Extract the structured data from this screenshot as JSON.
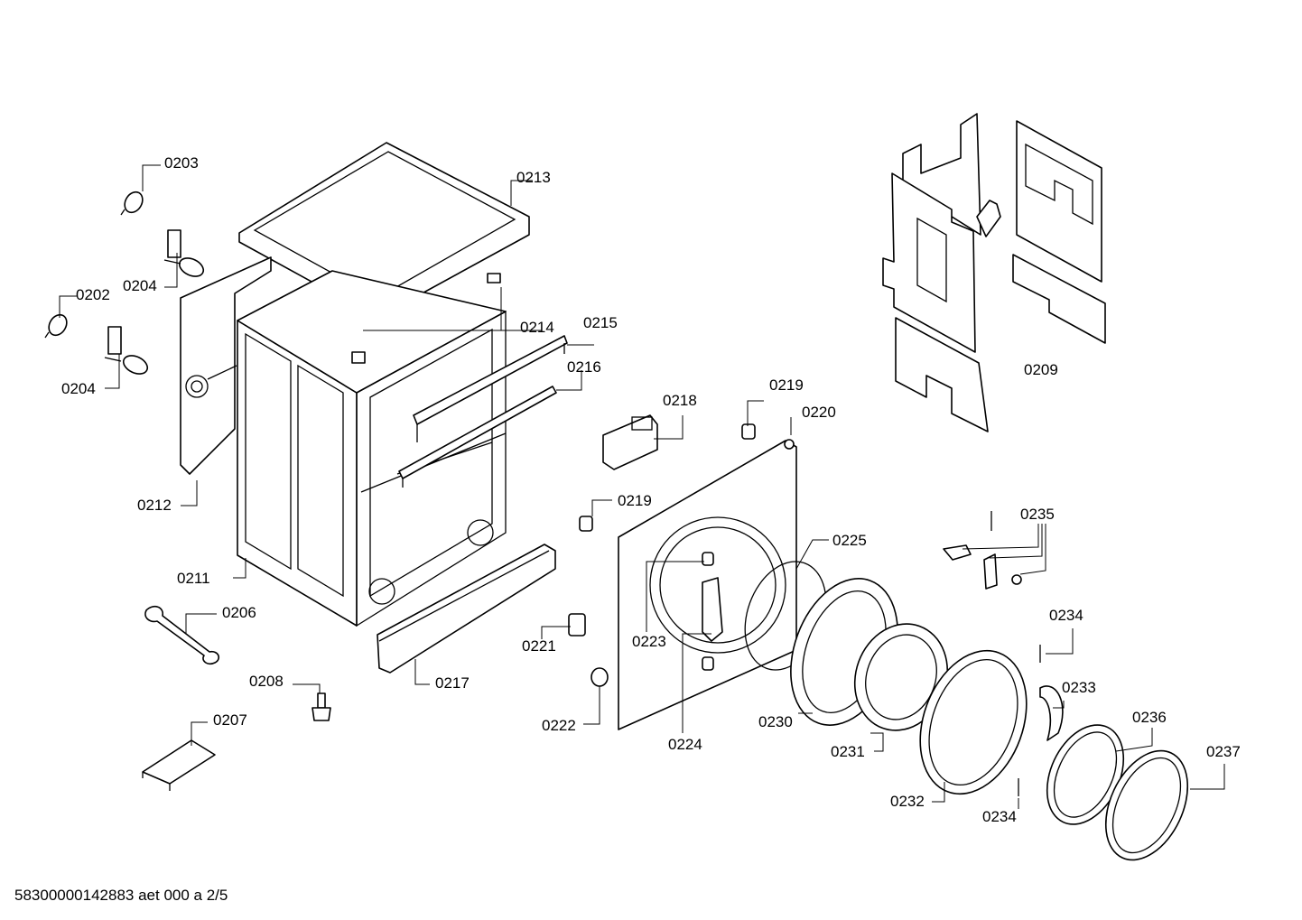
{
  "labels": {
    "p0203": "0203",
    "p0213": "0213",
    "p0204a": "0204",
    "p0202": "0202",
    "p0214": "0214",
    "p0215": "0215",
    "p0204b": "0204",
    "p0216": "0216",
    "p0209": "0209",
    "p0218": "0218",
    "p0219a": "0219",
    "p0220": "0220",
    "p0212": "0212",
    "p0219b": "0219",
    "p0235": "0235",
    "p0225": "0225",
    "p0211": "0211",
    "p0206": "0206",
    "p0234a": "0234",
    "p0221": "0221",
    "p0223": "0223",
    "p0208": "0208",
    "p0217": "0217",
    "p0233": "0233",
    "p0207": "0207",
    "p0236": "0236",
    "p0222": "0222",
    "p0230": "0230",
    "p0224": "0224",
    "p0237": "0237",
    "p0231": "0231",
    "p0232": "0232",
    "p0234b": "0234"
  },
  "document_id": "58300000142883 aet 000 a 2/5"
}
